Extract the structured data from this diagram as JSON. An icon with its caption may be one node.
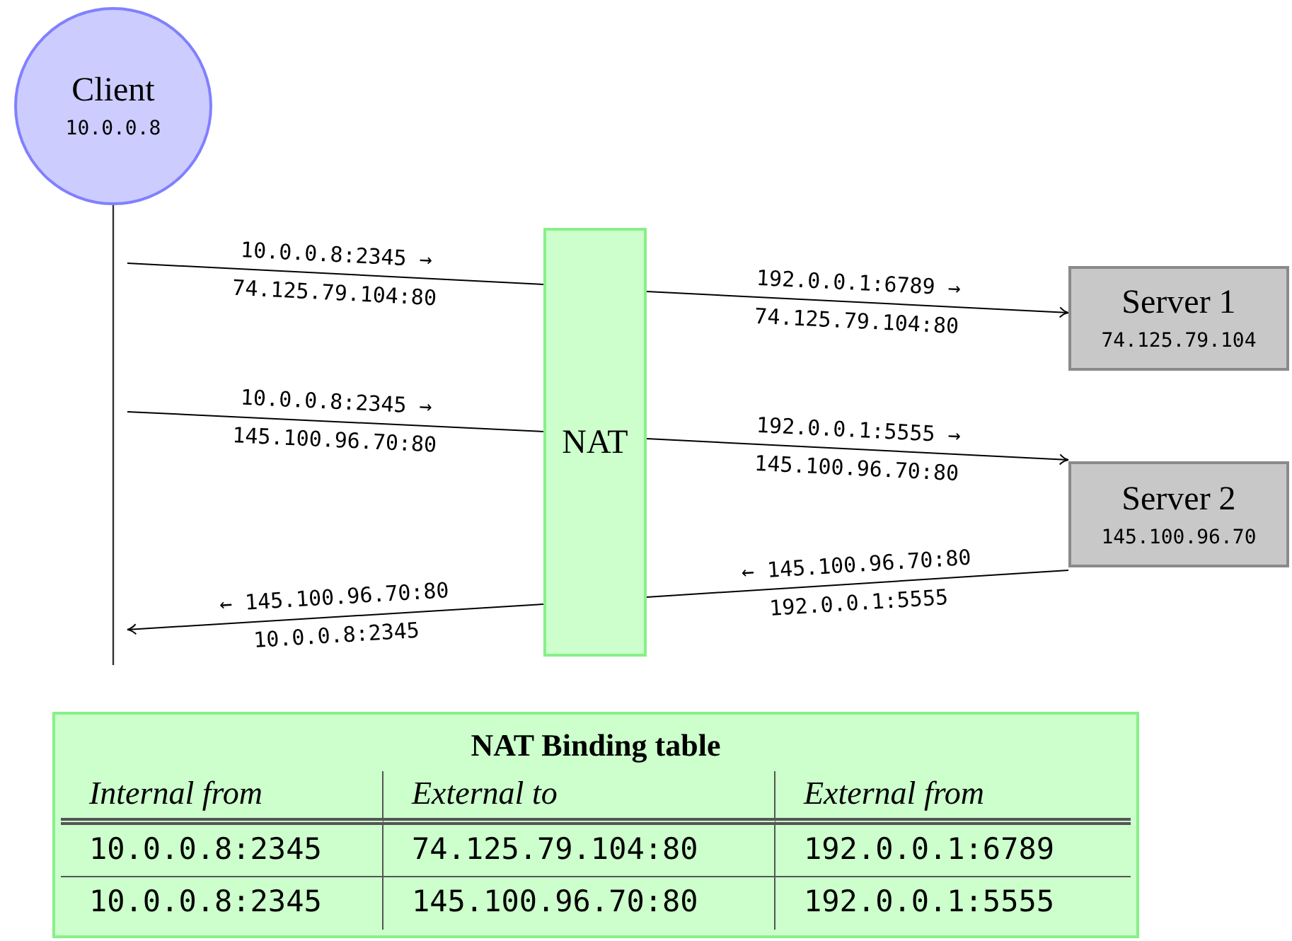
{
  "diagram": {
    "nodes": [
      {
        "text": [
          "Client",
          "10.0.0.8"
        ]
      },
      {
        "text": [
          "NAT"
        ]
      },
      {
        "text": [
          "Server 1",
          "74.125.79.104"
        ]
      },
      {
        "text": [
          "Server 2",
          "145.100.96.70"
        ]
      },
      {
        "text": [
          "NAT Binding table"
        ]
      }
    ],
    "edges": [
      {
        "from": null,
        "to": 1,
        "arrow": "none",
        "label": "10.0.0.8:2345 → 74.125.79.104:80"
      },
      {
        "from": null,
        "to": 1,
        "arrow": "none",
        "label": "10.0.0.8:2345 → 145.100.96.70:80"
      },
      {
        "from": 1,
        "to": 2,
        "arrow": "to",
        "label": "192.0.0.1:6789 → 74.125.79.104:80"
      },
      {
        "from": 1,
        "to": 3,
        "arrow": "to",
        "label": "192.0.0.1:5555 → 145.100.96.70:80"
      },
      {
        "from": 3,
        "to": 1,
        "arrow": "none",
        "label": "← 145.100.96.70:80 192.0.0.1:5555"
      },
      {
        "from": 1,
        "to": null,
        "arrow": "to",
        "label": "← 145.100.96.70:80 10.0.0.8:2345"
      }
    ],
    "labels": [
      "Internal from",
      "External to",
      "External from",
      "10.0.0.8:2345",
      "74.125.79.104:80",
      "192.0.0.1:6789",
      "10.0.0.8:2345",
      "145.100.96.70:80",
      "192.0.0.1:5555"
    ]
  }
}
